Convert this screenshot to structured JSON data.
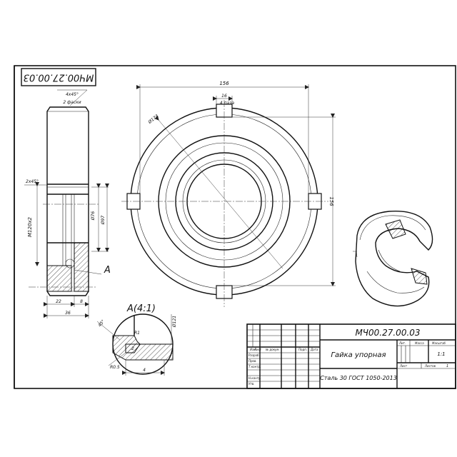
{
  "drawing": {
    "code_top": "МЧ00.27.00.03",
    "view_label": "A",
    "detail_label": "A(4:1)"
  },
  "dims": {
    "chamfer_top": "4x45°",
    "chamfer_note": "2 фаски",
    "chamfer_left": "2x45°",
    "thread": "M120x2",
    "d_inner": "Ø76",
    "d_bore": "Ø97",
    "w22": "22",
    "w8": "8",
    "w36": "36",
    "od_diam": "Ø174",
    "top_width": "156",
    "slot_width": "16",
    "slot_note": "4 паза",
    "right_height": "156",
    "detail_angle": "45°",
    "detail_r1": "R1",
    "detail_r05": "R0.5",
    "detail_2": "2",
    "detail_4": "4",
    "detail_d121": "Ø121"
  },
  "title_block": {
    "designation": "МЧ00.27.00.03",
    "name": "Гайка упорная",
    "material": "Сталь 30 ГОСТ 1050-2013",
    "col_izm": "Изм",
    "col_list": "Лист",
    "col_doc": "№ докум.",
    "col_sign": "Подп.",
    "col_date": "Дата",
    "row_razrab": "Разраб.",
    "row_prov": "Пров.",
    "row_tkontr": "Т.контр.",
    "row_nkontr": "Н.контр.",
    "row_utv": "Утв.",
    "lit": "Лит.",
    "mass": "Масса",
    "scale_label": "Масштаб",
    "scale": "1:1",
    "sheet": "Лист",
    "sheets": "Листов",
    "sheets_count": "1"
  }
}
